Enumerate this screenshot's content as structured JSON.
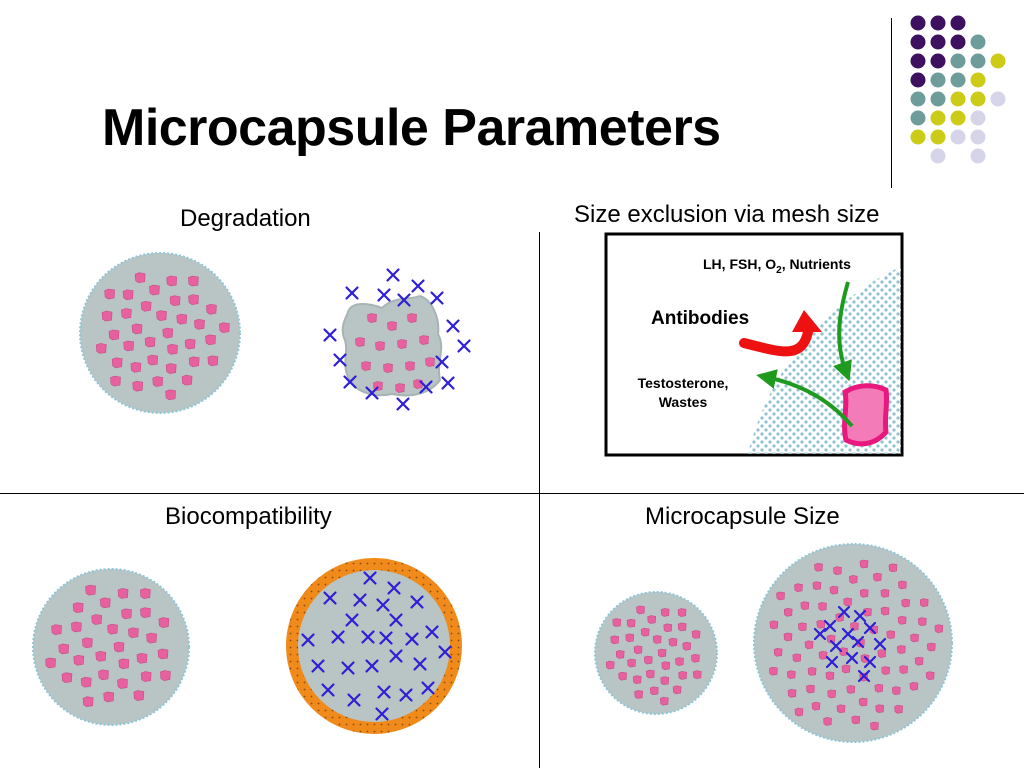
{
  "slide": {
    "title": "Microcapsule Parameters",
    "quadrants": {
      "degradation": {
        "heading": "Degradation"
      },
      "size_exclusion": {
        "heading": "Size exclusion via mesh size",
        "labels": {
          "hormones_prefix": "LH, FSH, O",
          "hormones_sub": "2",
          "hormones_suffix": ", Nutrients",
          "antibodies": "Antibodies",
          "testosterone": "Testosterone,",
          "wastes": "Wastes"
        }
      },
      "biocompatibility": {
        "heading": "Biocompatibility"
      },
      "microcapsule_size": {
        "heading": "Microcapsule Size"
      }
    }
  },
  "colors": {
    "capsule_fill": "#b9c4c4",
    "capsule_border": "#8ec6d8",
    "cell": "#e8619f",
    "marker_x": "#2e1fd6",
    "coating": "#f08a1a",
    "mesh": "#8fc4cf",
    "arrow_green": "#1e9a1e",
    "arrow_red": "#ee1111",
    "dot_purple": "#3d1060",
    "dot_teal": "#6d9c9a",
    "dot_yellow": "#cccc18",
    "dot_lavender": "#d6d4e8"
  },
  "icons": {
    "cell": "cell-icon",
    "marker": "x-marker-icon",
    "decoration": "dot-grid-icon"
  }
}
